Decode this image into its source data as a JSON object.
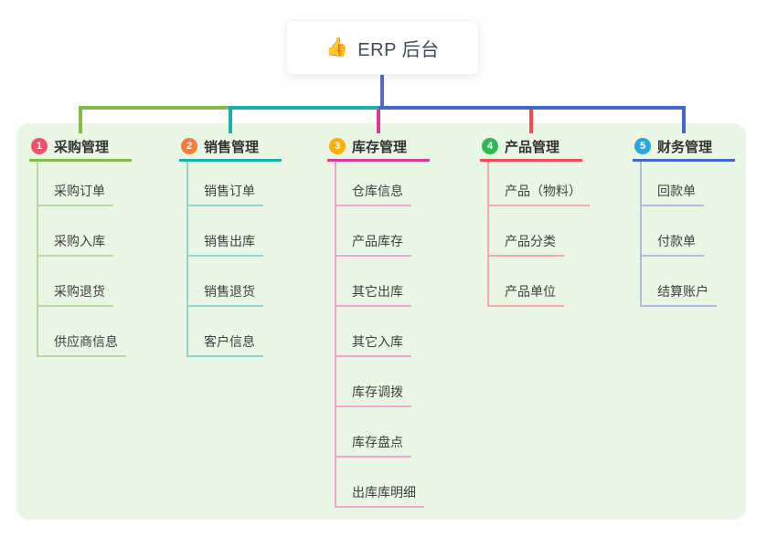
{
  "root": {
    "icon": "👍",
    "label": "ERP 后台"
  },
  "colors": {
    "root_connector": "#5b6ac8",
    "panel_bg": "#eaf6e4",
    "card_bg": "#ffffff",
    "root_text": "#3d4859"
  },
  "branches": [
    {
      "num": "1",
      "label": "采购管理",
      "badge_color": "#f4506e",
      "line_color": "#83bb4a",
      "light_color": "#b7da9e",
      "children": [
        "采购订单",
        "采购入库",
        "采购退货",
        "供应商信息"
      ]
    },
    {
      "num": "2",
      "label": "销售管理",
      "badge_color": "#f87c38",
      "line_color": "#16b2aa",
      "light_color": "#92d5d0",
      "children": [
        "销售订单",
        "销售出库",
        "销售退货",
        "客户信息"
      ]
    },
    {
      "num": "3",
      "label": "库存管理",
      "badge_color": "#fdaf08",
      "line_color": "#de3894",
      "light_color": "#f2a5ce",
      "children": [
        "仓库信息",
        "产品库存",
        "其它出库",
        "其它入库",
        "库存调拨",
        "库存盘点",
        "出库库明细"
      ]
    },
    {
      "num": "4",
      "label": "产品管理",
      "badge_color": "#2db954",
      "line_color": "#f54a50",
      "light_color": "#f8a8a8",
      "children": [
        "产品（物料）",
        "产品分类",
        "产品单位"
      ]
    },
    {
      "num": "5",
      "label": "财务管理",
      "badge_color": "#2aa6dc",
      "line_color": "#4467cf",
      "light_color": "#abbce0",
      "children": [
        "回款单",
        "付款单",
        "结算账户"
      ]
    }
  ]
}
